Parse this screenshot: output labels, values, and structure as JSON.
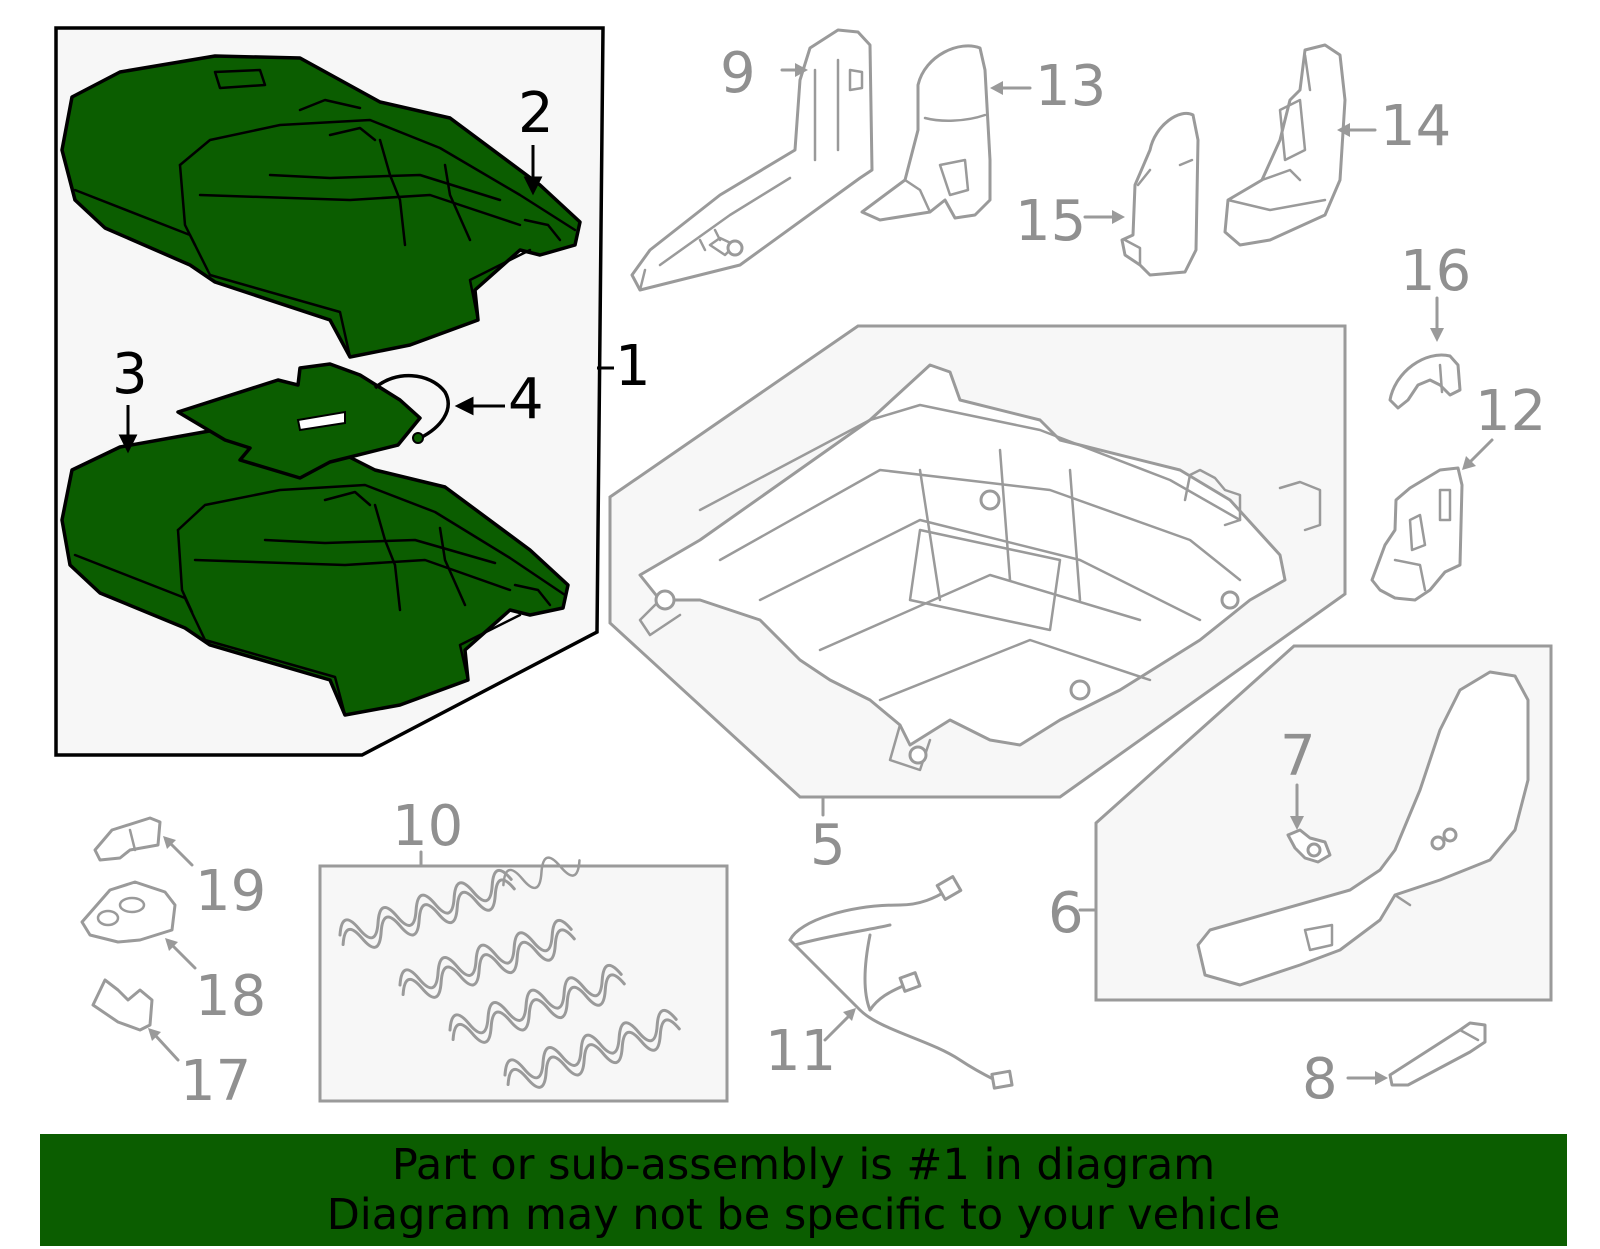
{
  "callouts": {
    "c1": "1",
    "c2": "2",
    "c3": "3",
    "c4": "4",
    "c5": "5",
    "c6": "6",
    "c7": "7",
    "c8": "8",
    "c9": "9",
    "c10": "10",
    "c11": "11",
    "c12": "12",
    "c13": "13",
    "c14": "14",
    "c15": "15",
    "c16": "16",
    "c17": "17",
    "c18": "18",
    "c19": "19"
  },
  "highlighted_part": "1",
  "colors": {
    "highlight": "#0b5d00",
    "inactive_line": "#9a9a9a",
    "active_line": "#000000"
  },
  "banner": {
    "line1": "Part or sub-assembly is #1 in diagram",
    "line2": "Diagram may not be specific to your vehicle"
  }
}
